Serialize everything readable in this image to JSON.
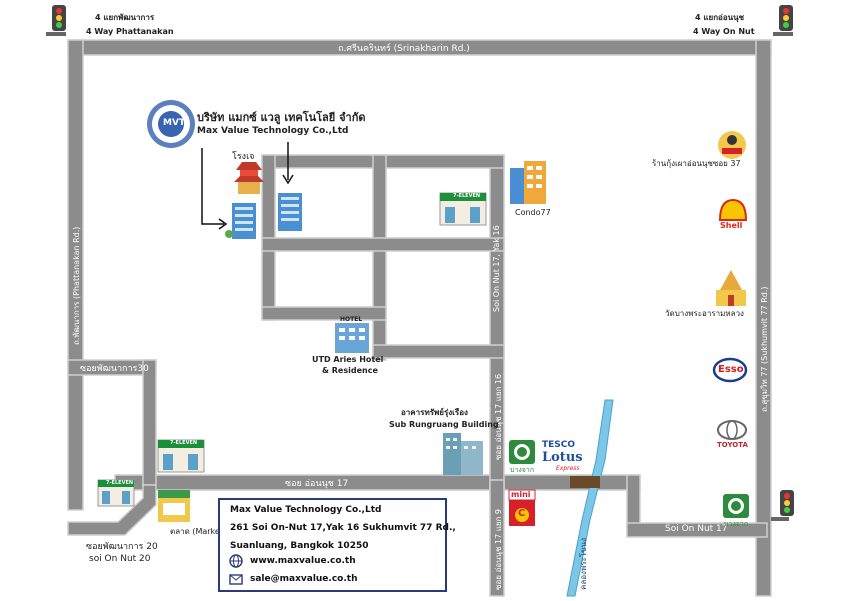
{
  "corners": {
    "top_left": {
      "thai": "4 แยกพัฒนาการ",
      "english": "4 Way Phattanakan"
    },
    "top_right": {
      "thai": "4 แยกอ่อนนุช",
      "english": "4 Way On Nut"
    }
  },
  "roads": {
    "top": "ถ.ศรีนครินทร์ (Srinakharin Rd.)",
    "left": "ถ.พัฒนาการ (Phattanakan Rd.)",
    "right": "ถ.สุขุมวิท 77 (Sukhumvit 77 Rd.)",
    "soi_on_nut_17_yak_16": "Soi On Nut 17, Yak 16",
    "soi_on_nut_17_yak_16_thai": "ซอย อ่อนนุช 17 แยก 16",
    "soi_on_nut_17_yak_9_thai": "ซอย อ่อนนุช 17 แยก 9",
    "soi_on_nut_17_thai": "ซอย อ่อนนุช 17",
    "soi_on_nut_17_en": "Soi On Nut 17",
    "soi_phattanakan_30": "ซอยพัฒนาการ30",
    "soi_phattanakan_20_thai": "ซอยพัฒนาการ 20",
    "soi_on_nut_20": "soi On Nut 20",
    "canal": "คลองพระโขนง"
  },
  "company": {
    "logo_text": "MVT",
    "thai_name": "บริษัท แมกซ์ แวลู เทคโนโลยี จำกัด",
    "english_name": "Max Value Technology Co.,Ltd",
    "icon": "building-icon"
  },
  "landmarks": {
    "shrine": "โรงเจ",
    "condo": "Condo77",
    "hotel_sign": "HOTEL",
    "hotel_line1": "UTD Aries Hotel",
    "hotel_line2": "& Residence",
    "building_thai": "อาคารทรัพย์รุ่งเรือง",
    "building_en": "Sub Rungruang Building",
    "market": "ตลาด (Market)",
    "restaurant": "ร้านกุ้งเผาอ่อนนุชซอย 37",
    "temple": "วัดบางพระอารามหลวง",
    "seven_eleven": "7-ELEVEN",
    "shell": "Shell",
    "esso": "Esso",
    "toyota": "TOYOTA",
    "bangchak": "บางจาก",
    "tesco_1": "TESCO",
    "tesco_2": "Lotus",
    "tesco_3": "Express",
    "mini_c": "mini",
    "mini_c_letter": "C"
  },
  "info": {
    "company": "Max Value Technology Co.,Ltd",
    "address1": "261 Soi On-Nut 17,Yak 16 Sukhumvit 77 Rd.,",
    "address2": "Suanluang, Bangkok 10250",
    "website": "www.maxvalue.co.th",
    "email": "sale@maxvalue.co.th"
  },
  "colors": {
    "road": "#8c8c8c",
    "road_edge": "#d5d5d5",
    "canal": "#7cc6e8",
    "info_border": "#2b3a7a",
    "bangchak_green": "#2e8b3d",
    "tesco_blue": "#1d4f9c",
    "tesco_red": "#d6202c",
    "shell_red": "#e0261b",
    "shell_yellow": "#f7c600",
    "esso_red": "#d51a24",
    "esso_blue": "#1a3c8f"
  }
}
